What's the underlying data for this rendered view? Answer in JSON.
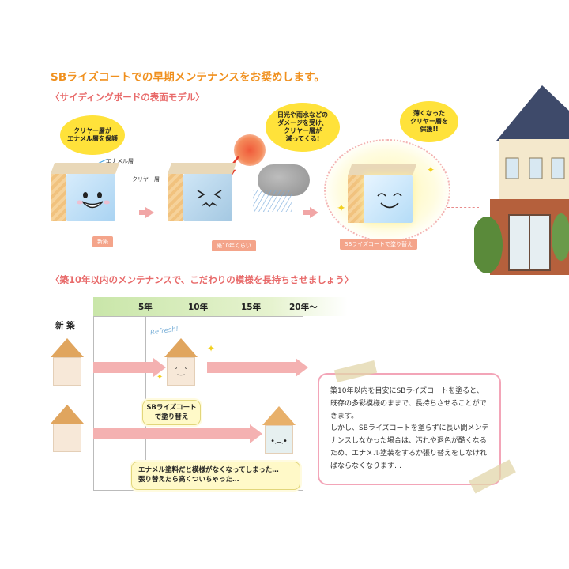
{
  "title": "SBライズコートでの早期メンテナンスをお奨めします。",
  "surface_section": {
    "heading": "〈サイディングボードの表面モデル〉",
    "bubble_new": "クリヤー層が\nエナメル層を保護",
    "label_enamel": "エナメル層",
    "label_clear": "クリヤー層",
    "bubble_damage": "日光や雨水などの\nダメージを受け、\nクリヤー層が\n減ってくる!",
    "bubble_protect": "薄くなった\nクリヤー層を\n保護!!",
    "stage_new": "新築",
    "stage_10": "築10年くらい",
    "stage_recoat": "SBライズコートで塗り替え"
  },
  "maintenance_section": {
    "heading": "〈築10年以内のメンテナンスで、こだわりの模様を長持ちさせましょう〉",
    "years": [
      "5年",
      "10年",
      "15年",
      "20年〜"
    ],
    "new_label": "新 築",
    "refresh_label": "Refresh!",
    "recoat_note": "SBライズコート\nで塗り替え",
    "enamel_note": "エナメル塗料だと模様がなくなってしまった…\n張り替えたら高くついちゃった…"
  },
  "info": {
    "p1": "築10年以内を目安にSBライズコートを塗ると、既存の多彩模様のままで、長持ちさせることができます。",
    "p2": "しかし、SBライズコートを塗らずに長い間メンテナンスしなかった場合は、汚れや退色が酷くなるため、エナメル塗装をするか張り替えをしなければならなくなります…"
  },
  "colors": {
    "title": "#f0901e",
    "heading": "#e86a6a",
    "bubble": "#ffe23a",
    "bar": "#f4b1b1",
    "frame": "#f3a5b8"
  }
}
